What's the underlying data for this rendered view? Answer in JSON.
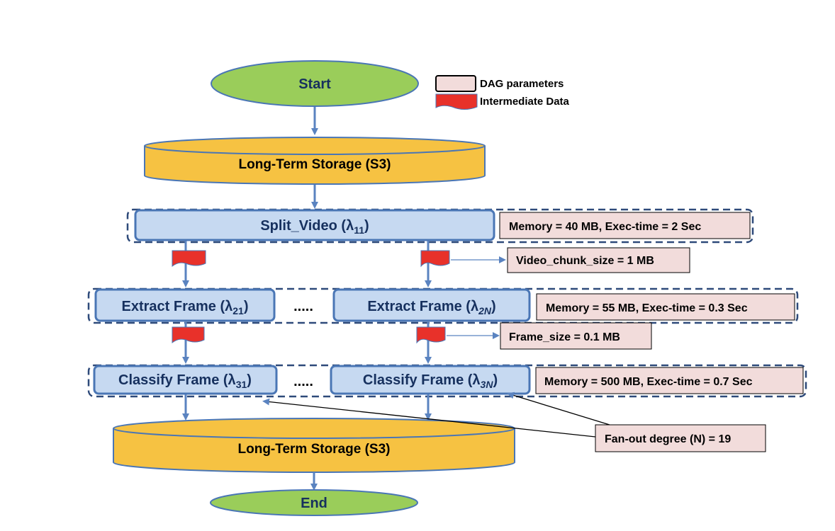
{
  "legend": {
    "dag_parameters": "DAG parameters",
    "intermediate_data": "Intermediate Data"
  },
  "nodes": {
    "start": "Start",
    "storage_top": "Long-Term Storage (S3)",
    "split_video": "Split_Video (λ",
    "split_video_sub": "11",
    "extract_frame_1": "Extract Frame (λ",
    "extract_frame_1_sub": "21",
    "extract_frame_n": "Extract Frame (λ",
    "extract_frame_n_sub": "2N",
    "classify_frame_1": "Classify Frame (λ",
    "classify_frame_1_sub": "31",
    "classify_frame_n": "Classify Frame (λ",
    "classify_frame_n_sub": "3N",
    "close_paren": ")",
    "ellipsis": ".....",
    "storage_bottom": "Long-Term Storage (S3)",
    "end": "End"
  },
  "params": {
    "split_video": "Memory = 40 MB,  Exec-time = 2 Sec",
    "video_chunk": "Video_chunk_size = 1 MB",
    "extract_frame": "Memory = 55 MB, Exec-time = 0.3 Sec",
    "frame_size": "Frame_size = 0.1 MB",
    "classify_frame": "Memory = 500 MB, Exec-time = 0.7 Sec",
    "fan_out": "Fan-out degree (N) = 19"
  },
  "colors": {
    "ellipse_fill": "#9acd5a",
    "storage_fill": "#f6c242",
    "lambda_fill": "#c6d9f1",
    "node_stroke": "#4a76b5",
    "param_fill": "#f2dcdb",
    "data_flag": "#e8312a",
    "arrow": "#5a83c0",
    "text_dark": "#16305e"
  }
}
